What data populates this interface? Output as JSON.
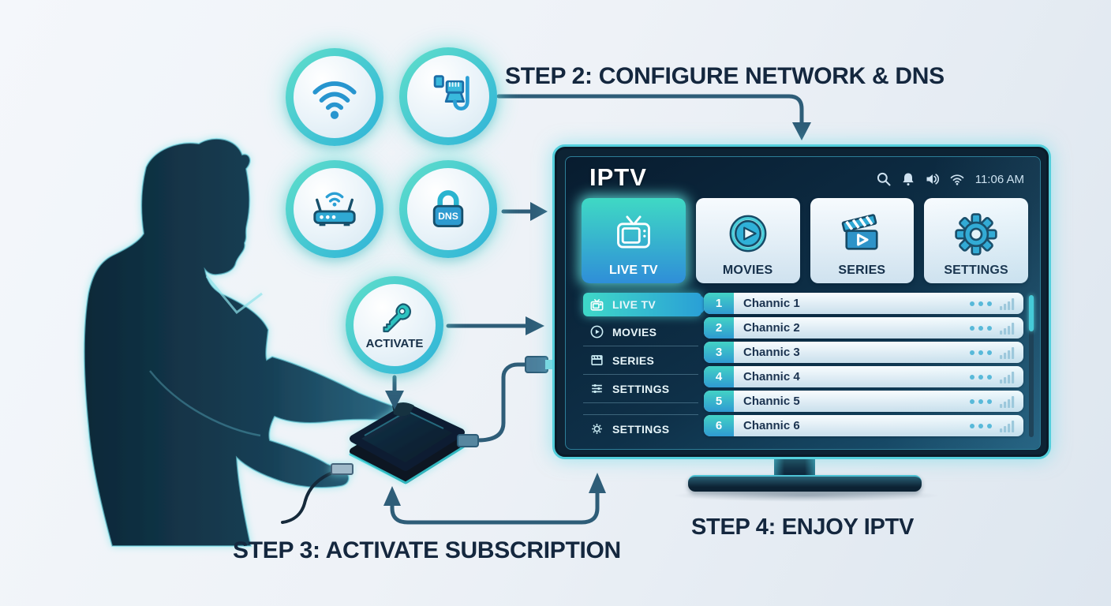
{
  "annotations": {
    "step2_label": "STEP 2: CONFIGURE NETWORK & DNS",
    "step3_label": "STEP 3: ACTIVATE SUBSCRIPTION",
    "step4_label": "STEP 4: ENJOY IPTV"
  },
  "setup_icons": {
    "items": [
      {
        "name": "wifi",
        "icon": "wifi-icon"
      },
      {
        "name": "ethernet",
        "icon": "ethernet-cable-icon"
      },
      {
        "name": "router",
        "icon": "router-icon"
      },
      {
        "name": "dns",
        "icon": "dns-lock-icon",
        "badge_text": "DNS"
      },
      {
        "name": "activate",
        "icon": "key-icon",
        "label": "ACTIVATE"
      }
    ]
  },
  "tv": {
    "app_title": "IPTV",
    "status_bar": {
      "time": "11:06 AM",
      "icons": [
        "search-icon",
        "bell-icon",
        "volume-icon",
        "wifi-icon"
      ]
    },
    "menu_tiles": [
      {
        "label": "LIVE TV",
        "icon": "retro-tv-icon",
        "selected": true
      },
      {
        "label": "MOVIES",
        "icon": "play-circle-icon",
        "selected": false
      },
      {
        "label": "SERIES",
        "icon": "clapperboard-icon",
        "selected": false
      },
      {
        "label": "SETTINGS",
        "icon": "gear-icon",
        "selected": false
      }
    ],
    "sidebar_items": [
      {
        "label": "LIVE TV",
        "icon": "retro-tv-icon",
        "selected": true
      },
      {
        "label": "MOVIES",
        "icon": "play-circle-icon",
        "selected": false
      },
      {
        "label": "SERIES",
        "icon": "clapperboard-icon",
        "selected": false
      },
      {
        "label": "SETTINGS",
        "icon": "sliders-icon",
        "selected": false
      },
      {
        "label": "SETTINGS",
        "icon": "gear-icon",
        "selected": false
      }
    ],
    "channels": [
      {
        "number": "1",
        "name": "Channic 1"
      },
      {
        "number": "2",
        "name": "Channic 2"
      },
      {
        "number": "3",
        "name": "Channic 3"
      },
      {
        "number": "4",
        "name": "Channic 4"
      },
      {
        "number": "5",
        "name": "Channic 5"
      },
      {
        "number": "6",
        "name": "Channic 6"
      }
    ]
  },
  "colors": {
    "accent_teal": "#3ecfd6",
    "accent_blue": "#2a9bd8",
    "dark_navy": "#14273e",
    "arrow_color": "#2e5d78",
    "screen_bg": "#0d2b45",
    "selected_gradient_start": "#3fd9c4",
    "selected_gradient_end": "#2f8ed8"
  }
}
